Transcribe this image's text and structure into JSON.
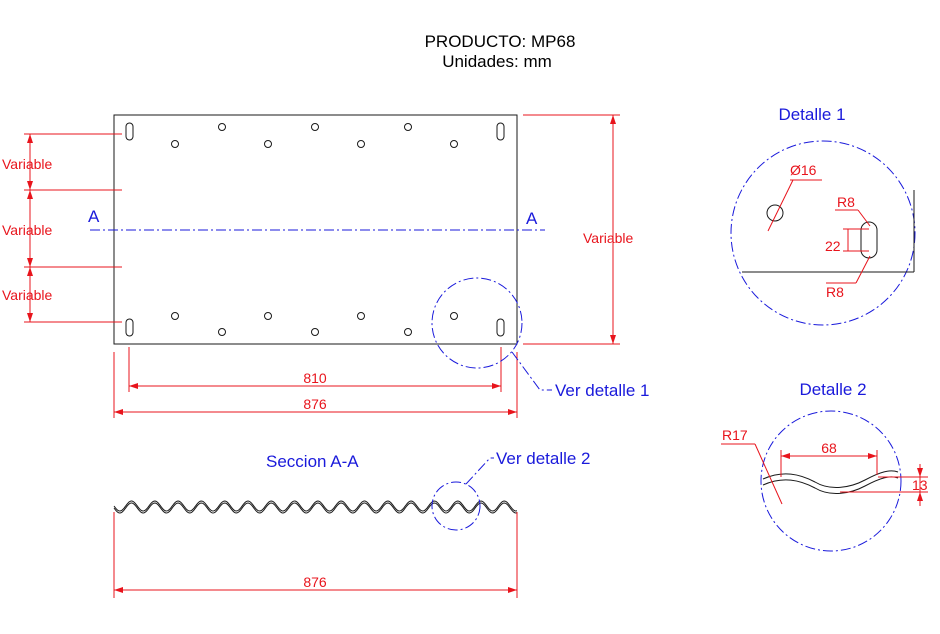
{
  "header": {
    "product": "PRODUCTO: MP68",
    "units": "Unidades: mm"
  },
  "plan": {
    "var_labels": [
      "Variable",
      "Variable",
      "Variable"
    ],
    "height_label": "Variable",
    "section_mark": "A",
    "inner_width": "810",
    "outer_width": "876",
    "callout_detail1": "Ver detalle 1"
  },
  "detail1": {
    "title": "Detalle 1",
    "hole_dia": "Ø16",
    "radius_top": "R8",
    "slot_len": "22",
    "radius_bottom": "R8"
  },
  "section": {
    "title": "Seccion A-A",
    "callout_detail2": "Ver detalle 2",
    "width": "876"
  },
  "detail2": {
    "title": "Detalle 2",
    "radius": "R17",
    "pitch": "68",
    "depth": "13"
  },
  "colors": {
    "dimension": "#e8141c",
    "annotation": "#1a1adb",
    "outline": "#1a1a1a"
  }
}
